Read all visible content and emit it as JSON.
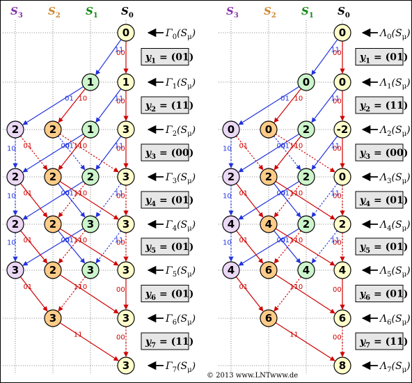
{
  "colors": {
    "s0": "#ffffcc",
    "s1": "#ccf5cc",
    "s2": "#ffcc88",
    "s3": "#ead8f5",
    "h0": "#000000",
    "h1": "#118811",
    "h2": "#cc8833",
    "h3": "#8833aa",
    "red": "#d00000",
    "blue": "#2233dd"
  },
  "states": [
    {
      "letter": "S",
      "index": "0"
    },
    {
      "letter": "S",
      "index": "1"
    },
    {
      "letter": "S",
      "index": "2"
    },
    {
      "letter": "S",
      "index": "3"
    }
  ],
  "received": [
    {
      "label": "y",
      "index": "1",
      "value": "= (01)"
    },
    {
      "label": "y",
      "index": "2",
      "value": "= (11)"
    },
    {
      "label": "y",
      "index": "3",
      "value": "= (00)"
    },
    {
      "label": "y",
      "index": "4",
      "value": "= (01)"
    },
    {
      "label": "y",
      "index": "5",
      "value": "= (01)"
    },
    {
      "label": "y",
      "index": "6",
      "value": "= (01)"
    },
    {
      "label": "y",
      "index": "7",
      "value": "= (11)"
    }
  ],
  "trellis": {
    "edges": [
      {
        "from_step": 0,
        "from_state": 0,
        "to_state": 0,
        "bits": "00",
        "style": "red-solid"
      },
      {
        "from_step": 0,
        "from_state": 0,
        "to_state": 1,
        "bits": "11",
        "style": "blue-solid"
      },
      {
        "from_step": 1,
        "from_state": 0,
        "to_state": 0,
        "bits": "00",
        "style": "red-solid"
      },
      {
        "from_step": 1,
        "from_state": 0,
        "to_state": 1,
        "bits": "11",
        "style": "blue-solid"
      },
      {
        "from_step": 1,
        "from_state": 1,
        "to_state": 2,
        "bits": "10",
        "style": "red-solid"
      },
      {
        "from_step": 1,
        "from_state": 1,
        "to_state": 3,
        "bits": "01",
        "style": "blue-solid"
      },
      {
        "from_step": 2,
        "from_state": 0,
        "to_state": 0,
        "bits": "00",
        "style": "red-solid"
      },
      {
        "from_step": 2,
        "from_state": 0,
        "to_state": 1,
        "bits": "11",
        "style": "blue-solid"
      },
      {
        "from_step": 2,
        "from_state": 1,
        "to_state": 2,
        "bits": "10",
        "style": "red-solid"
      },
      {
        "from_step": 2,
        "from_state": 1,
        "to_state": 3,
        "bits": "01",
        "style": "blue-solid"
      },
      {
        "from_step": 2,
        "from_state": 2,
        "to_state": 0,
        "bits": "11",
        "style": "red-dotted"
      },
      {
        "from_step": 2,
        "from_state": 2,
        "to_state": 1,
        "bits": "00",
        "style": "blue-dotted"
      },
      {
        "from_step": 2,
        "from_state": 3,
        "to_state": 2,
        "bits": "01",
        "style": "red-dotted"
      },
      {
        "from_step": 2,
        "from_state": 3,
        "to_state": 3,
        "bits": "10",
        "style": "blue-dotted"
      },
      {
        "from_step": 3,
        "from_state": 0,
        "to_state": 0,
        "bits": "00",
        "style": "red-dotted"
      },
      {
        "from_step": 3,
        "from_state": 0,
        "to_state": 1,
        "bits": "11",
        "style": "blue-dotted"
      },
      {
        "from_step": 3,
        "from_state": 1,
        "to_state": 2,
        "bits": "10",
        "style": "red-dotted"
      },
      {
        "from_step": 3,
        "from_state": 1,
        "to_state": 3,
        "bits": "01",
        "style": "blue-solid"
      },
      {
        "from_step": 3,
        "from_state": 2,
        "to_state": 0,
        "bits": "11",
        "style": "red-solid"
      },
      {
        "from_step": 3,
        "from_state": 2,
        "to_state": 1,
        "bits": "00",
        "style": "blue-solid"
      },
      {
        "from_step": 3,
        "from_state": 3,
        "to_state": 2,
        "bits": "01",
        "style": "red-solid"
      },
      {
        "from_step": 3,
        "from_state": 3,
        "to_state": 3,
        "bits": "10",
        "style": "blue-dotted"
      },
      {
        "from_step": 4,
        "from_state": 0,
        "to_state": 0,
        "bits": "00",
        "style": "red-dotted"
      },
      {
        "from_step": 4,
        "from_state": 0,
        "to_state": 1,
        "bits": "11",
        "style": "blue-dotted"
      },
      {
        "from_step": 4,
        "from_state": 1,
        "to_state": 2,
        "bits": "10",
        "style": "red-dotted"
      },
      {
        "from_step": 4,
        "from_state": 1,
        "to_state": 3,
        "bits": "01",
        "style": "blue-solid"
      },
      {
        "from_step": 4,
        "from_state": 2,
        "to_state": 0,
        "bits": "11",
        "style": "red-solid"
      },
      {
        "from_step": 4,
        "from_state": 2,
        "to_state": 1,
        "bits": "00",
        "style": "blue-solid"
      },
      {
        "from_step": 4,
        "from_state": 3,
        "to_state": 2,
        "bits": "01",
        "style": "red-solid"
      },
      {
        "from_step": 4,
        "from_state": 3,
        "to_state": 3,
        "bits": "10",
        "style": "blue-dotted"
      },
      {
        "from_step": 5,
        "from_state": 0,
        "to_state": 0,
        "bits": "00",
        "style": "red-solid"
      },
      {
        "from_step": 5,
        "from_state": 1,
        "to_state": 2,
        "bits": "10",
        "style": "red-dotted"
      },
      {
        "from_step": 5,
        "from_state": 2,
        "to_state": 0,
        "bits": "11",
        "style": "red-solid"
      },
      {
        "from_step": 5,
        "from_state": 3,
        "to_state": 2,
        "bits": "01",
        "style": "red-solid"
      },
      {
        "from_step": 6,
        "from_state": 0,
        "to_state": 0,
        "bits": "00",
        "style": "red-dotted"
      },
      {
        "from_step": 6,
        "from_state": 2,
        "to_state": 0,
        "bits": "11",
        "style": "red-solid"
      }
    ],
    "left": {
      "metric_symbol": "Γ",
      "metric_arg": "(S",
      "metric_arg_index": "μ",
      "metric_arg_close": ")",
      "nodes": [
        [
          "0",
          null,
          null,
          null
        ],
        [
          "1",
          "1",
          null,
          null
        ],
        [
          "3",
          "1",
          "2",
          "2"
        ],
        [
          "3",
          "2",
          "2",
          "2"
        ],
        [
          "3",
          "3",
          "2",
          "2"
        ],
        [
          "3",
          "3",
          "2",
          "3"
        ],
        [
          "3",
          null,
          "3",
          null
        ],
        [
          "3",
          null,
          null,
          null
        ]
      ]
    },
    "right": {
      "metric_symbol": "Λ",
      "metric_arg": "(S",
      "metric_arg_index": "μ",
      "metric_arg_close": ")",
      "nodes": [
        [
          "0",
          null,
          null,
          null
        ],
        [
          "0",
          "0",
          null,
          null
        ],
        [
          "-2",
          "2",
          "0",
          "0"
        ],
        [
          "0",
          "2",
          "2",
          "2"
        ],
        [
          "2",
          "2",
          "4",
          "4"
        ],
        [
          "4",
          "4",
          "6",
          "4"
        ],
        [
          "6",
          null,
          "6",
          null
        ],
        [
          "8",
          null,
          null,
          null
        ]
      ]
    }
  },
  "copyright": "© 2013 www.LNTwww.de"
}
